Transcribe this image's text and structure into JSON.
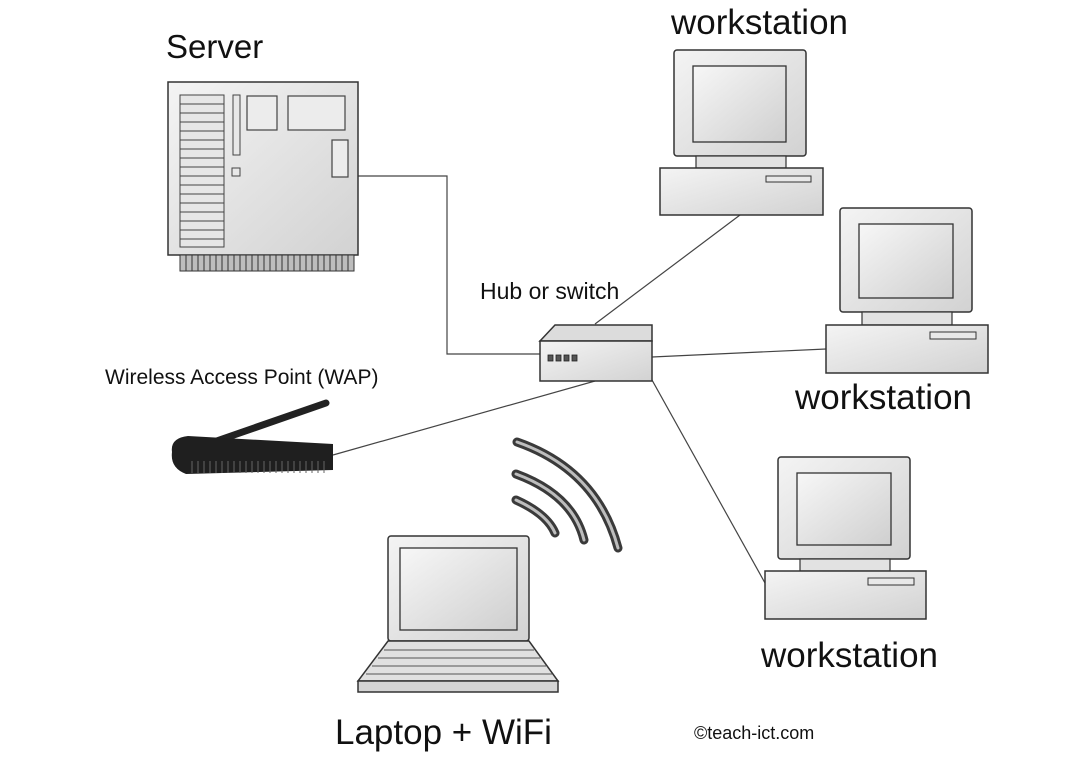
{
  "labels": {
    "server": "Server",
    "workstation_top": "workstation",
    "workstation_middle": "workstation",
    "workstation_bottom": "workstation",
    "hub": "Hub or switch",
    "wap": "Wireless Access Point (WAP)",
    "laptop": "Laptop + WiFi",
    "copyright": "©teach-ict.com"
  }
}
